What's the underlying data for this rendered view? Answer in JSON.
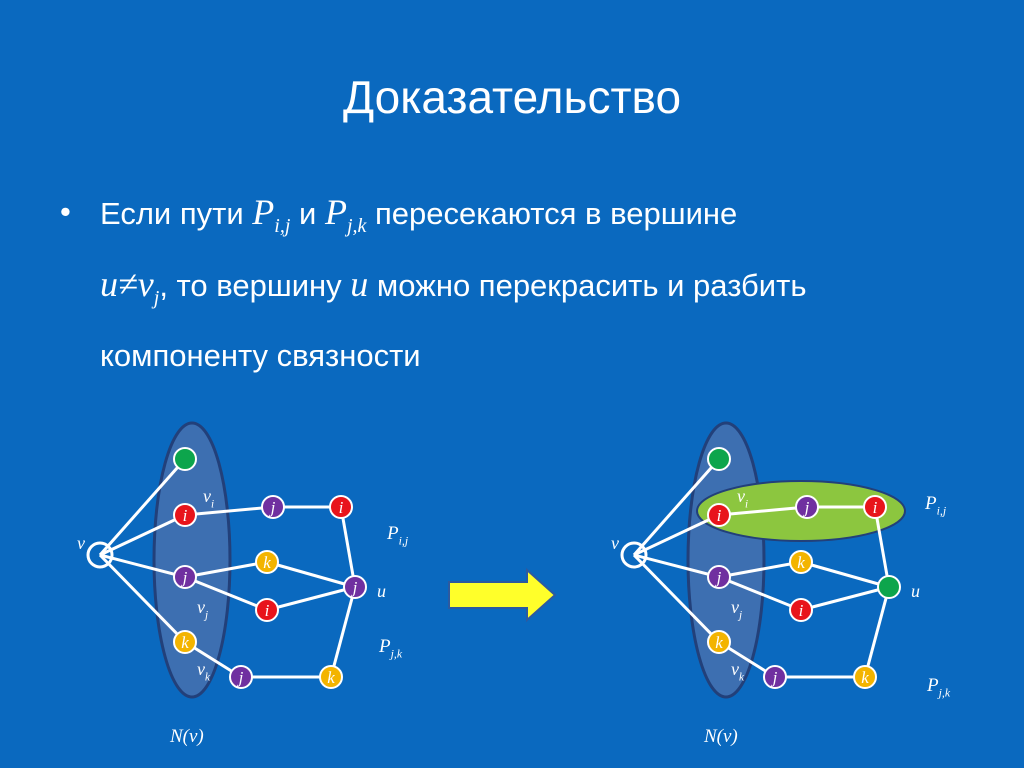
{
  "slide": {
    "title": "Доказательство",
    "bullet": {
      "dot": "•",
      "t1": "Если пути ",
      "p1_base": "P",
      "p1_sub": "i,j",
      "t2": " и ",
      "p2_base": "P",
      "p2_sub": "j,k",
      "t3": " пересекаются в вершине",
      "u_neq_v": "u≠v",
      "vj_sub": "j",
      "t4": ", то  вершину ",
      "u": "u",
      "t5": " можно перекрасить и разбить компоненту связности"
    }
  },
  "colors": {
    "background": "#0a69bf",
    "ellipse_fill": "#3d6fb1",
    "ellipse_stroke": "#22407a",
    "highlight_fill": "#8cc63f",
    "red": "#e8141b",
    "green": "#0da54c",
    "purple": "#7030a0",
    "orange": "#f3b400",
    "edge": "#ffffff",
    "arrow_fill": "#ffff2a",
    "arrow_stroke": "#2d5aa0"
  },
  "diagrams": [
    {
      "id": "left",
      "labels": {
        "v": "v",
        "vi_base": "v",
        "vi_sub": "i",
        "vj_base": "v",
        "vj_sub": "j",
        "vk_base": "v",
        "vk_sub": "k",
        "pij_base": "P",
        "pij_sub": "i,j",
        "pjk_base": "P",
        "pjk_sub": "j,k",
        "u": "u",
        "nv": "N(v)"
      },
      "node_labels": [
        "",
        "i",
        "j",
        "k",
        "j",
        "i",
        "k",
        "i",
        "j",
        "k"
      ],
      "node_colors": [
        "green",
        "red",
        "purple",
        "orange",
        "purple",
        "red",
        "orange",
        "red",
        "purple",
        "orange"
      ],
      "highlight": false
    },
    {
      "id": "right",
      "labels": {
        "v": "v",
        "vi_base": "v",
        "vi_sub": "i",
        "vj_base": "v",
        "vj_sub": "j",
        "vk_base": "v",
        "vk_sub": "k",
        "pij_base": "P",
        "pij_sub": "i,j",
        "pjk_base": "P",
        "pjk_sub": "j,k",
        "u": "u",
        "nv": "N(v)"
      },
      "node_labels": [
        "",
        "i",
        "j",
        "k",
        "j",
        "i",
        "k",
        "i",
        "",
        "k"
      ],
      "node_colors": [
        "green",
        "red",
        "purple",
        "orange",
        "purple",
        "red",
        "orange",
        "red",
        "green",
        "orange"
      ],
      "highlight": true
    }
  ]
}
